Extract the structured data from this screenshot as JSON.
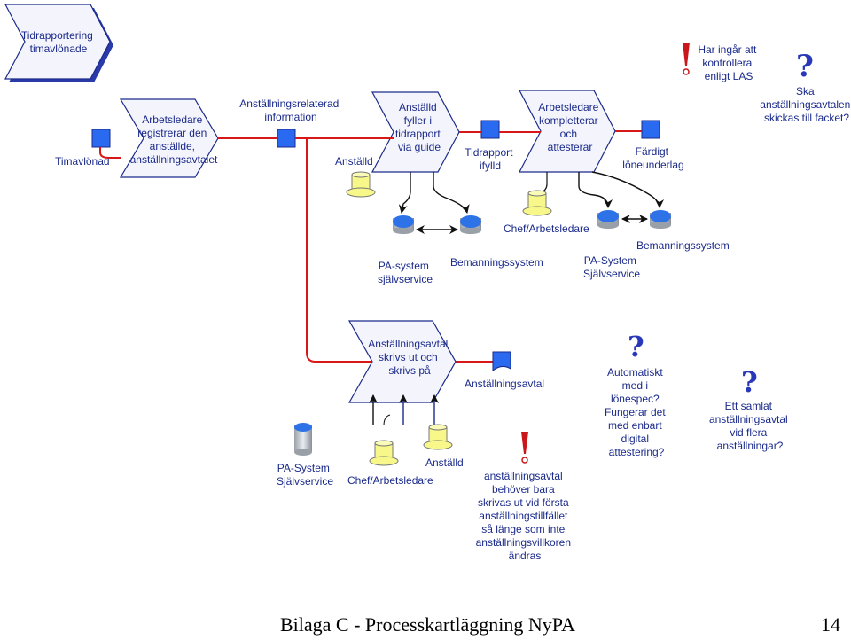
{
  "chevrons": {
    "start": [
      "Tidrapportering",
      "timavlönade"
    ],
    "c1": [
      "Arbetsledare",
      "registrerar den",
      "anställde,",
      "anställningsavtalet"
    ],
    "c2": [
      "Anställd",
      "fyller i",
      "tidrapport",
      "via guide"
    ],
    "c3": [
      "Arbetsledare",
      "kompletterar",
      "och",
      "attesterar"
    ],
    "c4": [
      "Anställningsavtal",
      "skrivs ut och",
      "skrivs på"
    ]
  },
  "labels": {
    "timavlonad": "Timavlönad",
    "anst_info": [
      "Anställningsrelaterad",
      "information"
    ],
    "anstalld_top": "Anställd",
    "tidrapport_ifylld": [
      "Tidrapport",
      "ifylld"
    ],
    "fardigt": [
      "Färdigt",
      "löneunderlag"
    ],
    "las_note": [
      "Har ingår att",
      "kontrollera",
      "enligt LAS"
    ],
    "ska_note": [
      "Ska",
      "anställningsavtalen",
      "skickas till facket?"
    ],
    "chef_mid": "Chef/Arbetsledare",
    "pa_system_left": [
      "PA-system",
      "självservice"
    ],
    "bemanning_left": "Bemanningssystem",
    "pa_system_right": [
      "PA-System",
      "Självservice"
    ],
    "bemanning_right": "Bemanningssystem",
    "pa_system_bottom": [
      "PA-System",
      "Självservice"
    ],
    "chef_bottom": "Chef/Arbetsledare",
    "anstalld_bottom": "Anställd",
    "anst_avtal_doc": "Anställningsavtal",
    "avtal_note": [
      "anställningsavtal",
      "behöver bara",
      "skrivas ut vid första",
      "anställningstillfället",
      "så länge som inte",
      "anställningsvillkoren",
      "ändras"
    ],
    "auto_note": [
      "Automatiskt",
      "med i",
      "lönespec?",
      "Fungerar det",
      "med enbart",
      "digital",
      "attestering?"
    ],
    "samlat_note": [
      "Ett samlat",
      "anställningsavtal",
      "vid flera",
      "anställningar?"
    ]
  },
  "footer": {
    "title": "Bilaga C - Processkartläggning NyPA",
    "page": "14"
  },
  "colors": {
    "chevron_fill": "#f4f4fc",
    "chevron_stroke": "#1a2a8a",
    "chevron_shadow": "#2a3aa8",
    "square_fill": "#2a6af0",
    "flow_red": "#d81818",
    "hat_fill": "#f8f88a",
    "db_fill": "#2e72e8",
    "exclaim": "#c8181c"
  }
}
